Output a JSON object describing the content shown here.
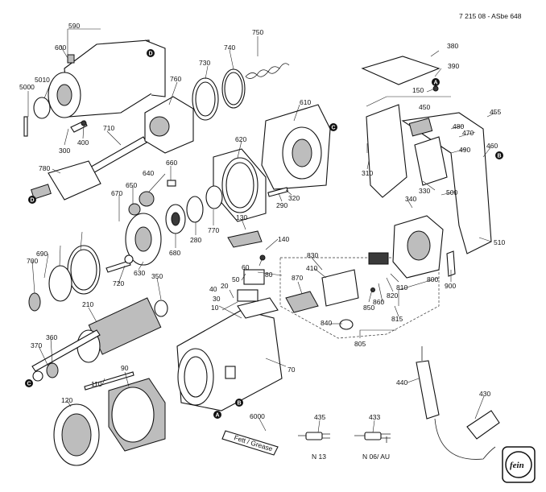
{
  "drawing_number": "7 215 08 - ASbe 648",
  "part_numbers": [
    "590",
    "600",
    "5000",
    "5010",
    "300",
    "400",
    "710",
    "780",
    "740",
    "730",
    "750",
    "760",
    "610",
    "620",
    "640",
    "650",
    "660",
    "670",
    "690",
    "700",
    "720",
    "630",
    "680",
    "280",
    "770",
    "290",
    "320",
    "350",
    "210",
    "370",
    "360",
    "110",
    "90",
    "120",
    "130",
    "140",
    "60",
    "50",
    "40",
    "20",
    "10",
    "70",
    "30",
    "80",
    "830",
    "410",
    "870",
    "840",
    "850",
    "860",
    "820",
    "810",
    "815",
    "805",
    "800",
    "900",
    "380",
    "390",
    "150",
    "450",
    "455",
    "480",
    "470",
    "490",
    "460",
    "310",
    "330",
    "340",
    "500",
    "510",
    "440",
    "430",
    "6000",
    "435",
    "433"
  ],
  "reference_markers": [
    "A",
    "B",
    "C",
    "D"
  ],
  "plug_captions": {
    "n13": "N 13",
    "n06": "N 06/ AU"
  },
  "grease_tube_text": "Fett / Grease",
  "logo_text": "fein"
}
